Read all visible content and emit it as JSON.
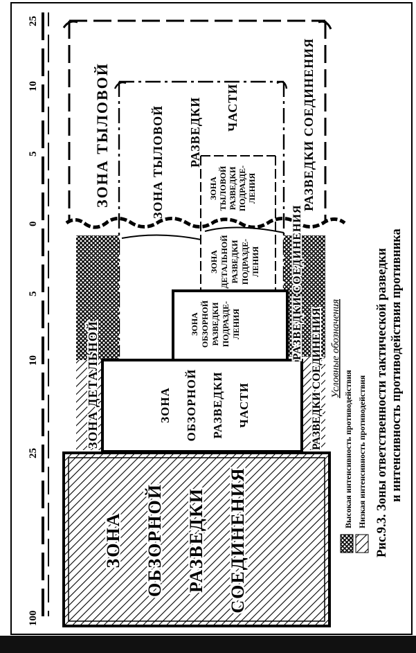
{
  "axis": {
    "ticks": [
      "25",
      "10",
      "5",
      "0",
      "5",
      "10",
      "25",
      "100"
    ]
  },
  "zones": {
    "rear_division": "ЗОНА ТЫЛОВОЙ",
    "rear_division_bottom": "РАЗВЕДКИ СОЕДИНЕНИЯ",
    "rear_unit_l1": "ЗОНА ТЫЛОВОЙ",
    "rear_unit_l2": "РАЗВЕДКИ",
    "rear_unit_l3": "ЧАСТИ",
    "rear_subunit": [
      "ЗОНА",
      "ТЫЛОВОЙ",
      "РАЗВЕДКИ",
      "ПОДРАЗДЕ-",
      "ЛЕНИЯ"
    ],
    "detailed_subunit": [
      "ЗОНА",
      "ДЕТАЛЬНОЙ",
      "РАЗВЕДКИ",
      "ПОДРАЗДЕ-",
      "ЛЕНИЯ"
    ],
    "overview_subunit": [
      "ЗОНА",
      "ОБЗОРНОЙ",
      "РАЗВЕДКИ",
      "ПОДРАЗДЕ-",
      "ЛЕНИЯ"
    ],
    "overview_unit": [
      "ЗОНА",
      "ОБЗОРНОЙ",
      "РАЗВЕДКИ",
      "ЧАСТИ"
    ],
    "overview_division": [
      "ЗОНА",
      "ОБЗОРНОЙ",
      "РАЗВЕДКИ",
      "СОЕДИНЕНИЯ"
    ],
    "detailed_left": "ЗОНА ДЕТАЛЬНОЙ",
    "detailed_right": "РАЗВЕДКИ СОЕДИНЕНИЯ",
    "right_strip_lower": "РАЗВЕДКИ СОЕДИНЕНИЯ"
  },
  "legend": {
    "title": "Условные обозначения",
    "high": "Высокая интенсивность противодействия",
    "low": "Низкая интенсивность противодействия"
  },
  "caption": {
    "line1": "Рис.9.3. Зоны ответственности тактической разведки",
    "line2": "и интенсивность противодействия противника"
  }
}
